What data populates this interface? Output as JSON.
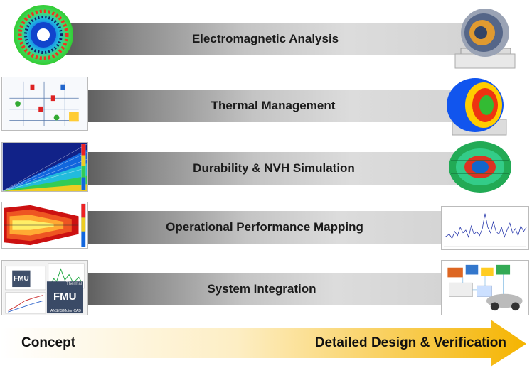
{
  "stages": [
    {
      "label": "Electromagnetic Analysis"
    },
    {
      "label": "Thermal Management"
    },
    {
      "label": "Durability & NVH Simulation"
    },
    {
      "label": "Operational Performance Mapping"
    },
    {
      "label": "System Integration"
    }
  ],
  "thumb_text": {
    "fmu_small": "FMU",
    "fmu_big": "FMU",
    "thermal": "Thermal",
    "motorcad": "Motor-CAD",
    "ansys": "ANSYS"
  },
  "timeline": {
    "start_label": "Concept",
    "end_label": "Detailed Design & Verification",
    "start_color": "#ffffff",
    "end_color": "#f5b400"
  },
  "colors": {
    "band_dark": "#595959",
    "band_light": "#d4d4d4"
  }
}
